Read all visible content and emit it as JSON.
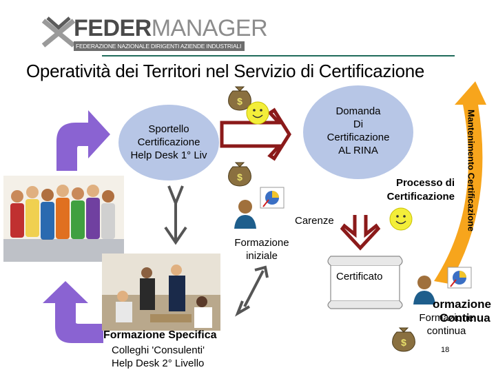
{
  "logo": {
    "brand_left": "FEDER",
    "brand_right": "MANAGER",
    "tagline": "FEDERAZIONE NAZIONALE DIRIGENTI AZIENDE INDUSTRIALI"
  },
  "title": "Operatività dei Territori nel Servizio di Certificazione",
  "nodes": {
    "sportello": [
      "Sportello",
      "Certificazione",
      "Help Desk 1° Liv"
    ],
    "domanda": [
      "Domanda",
      "Di",
      "Certificazione",
      "AL RINA"
    ],
    "processo": [
      "Processo di",
      "Certificazione"
    ],
    "carenze": "Carenze",
    "formazione_iniziale": [
      "Formazione",
      "iniziale"
    ],
    "certificato": "Certificato",
    "mantenimento": "Mantenimento Certificazione",
    "formazione_continua_big": [
      "ormazione",
      "Continua"
    ],
    "formazione_continua_small": [
      "Formazione",
      "continua"
    ],
    "formazione_specifica": "Formazione Specifica",
    "colleghi": [
      "Colleghi 'Consulenti'",
      "Help Desk 2° Livello"
    ]
  },
  "page_number": "18",
  "colors": {
    "purple": "#8a63d2",
    "dark_red": "#8b1a1a",
    "orange": "#f7a51c",
    "circle_blue": "#b7c6e6",
    "smiley": "#f3ee3a",
    "logo_gray": "#8c8c8c"
  },
  "icons": [
    "money-bag-icon",
    "smiley-icon",
    "person-icon",
    "pie-chart-icon",
    "arrow-icon",
    "scroll-icon"
  ]
}
